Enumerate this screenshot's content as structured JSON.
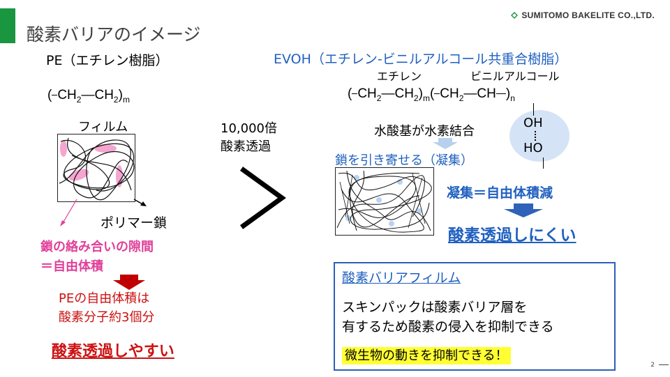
{
  "header": {
    "title": "酸素バリアのイメージ",
    "logo": "SUMITOMO BAKELITE CO.,LTD.",
    "logo_icon": "diamond-leaf-icon",
    "accent_color": "#1a9641"
  },
  "left": {
    "pe_title": "PE（エチレン樹脂）",
    "formula": {
      "bracket_l": "(",
      "ch2a": "CH",
      "sub2a": "2",
      "bond": "—",
      "ch2b": "CH",
      "sub2b": "2",
      "bracket_r": ")",
      "m": "m"
    },
    "film_label": "フィルム",
    "polymer_label": "ポリマー鎖",
    "gap_line1": "鎖の絡み合いの隙間",
    "gap_line2": "＝自由体積",
    "pe_line1": "PEの自由体積は",
    "pe_line2": "酸素分子約3個分",
    "conclusion": "酸素透過しやすい"
  },
  "middle": {
    "ratio": "10,000倍",
    "ratio_label": "酸素透過",
    "comparison": ">"
  },
  "right": {
    "evoh_title": "EVOH（エチレン-ビニルアルコール共重合樹脂）",
    "ethylene_label": "エチレン",
    "vinyl_label": "ビニルアルコール",
    "formula": {
      "ch2a": "CH",
      "sub2a": "2",
      "ch2b": "CH",
      "sub2b": "2",
      "m": "m",
      "ch2c": "CH",
      "sub2c": "2",
      "ch": "CH",
      "n": "n"
    },
    "oh": "OH",
    "ho": "HO",
    "hydrogen_bond": "水酸基が水素結合",
    "pull_chains": "鎖を引き寄せる（凝集）",
    "aggregation": "凝集＝自由体積減",
    "conclusion": "酸素透過しにくい"
  },
  "box": {
    "title": "酸素バリアフィルム",
    "line1": "スキンパックは酸素バリア層を",
    "line2": "有するため酸素の侵入を抑制できる",
    "highlight": "微生物の動きを抑制できる！"
  },
  "footer": {
    "page": "2"
  },
  "colors": {
    "blue": "#2060c0",
    "pink": "#e0409a",
    "red": "#cc1111",
    "arrow_red": "#c00000",
    "arrow_blue": "#2f62b8",
    "box_border": "#2c5fb8"
  }
}
